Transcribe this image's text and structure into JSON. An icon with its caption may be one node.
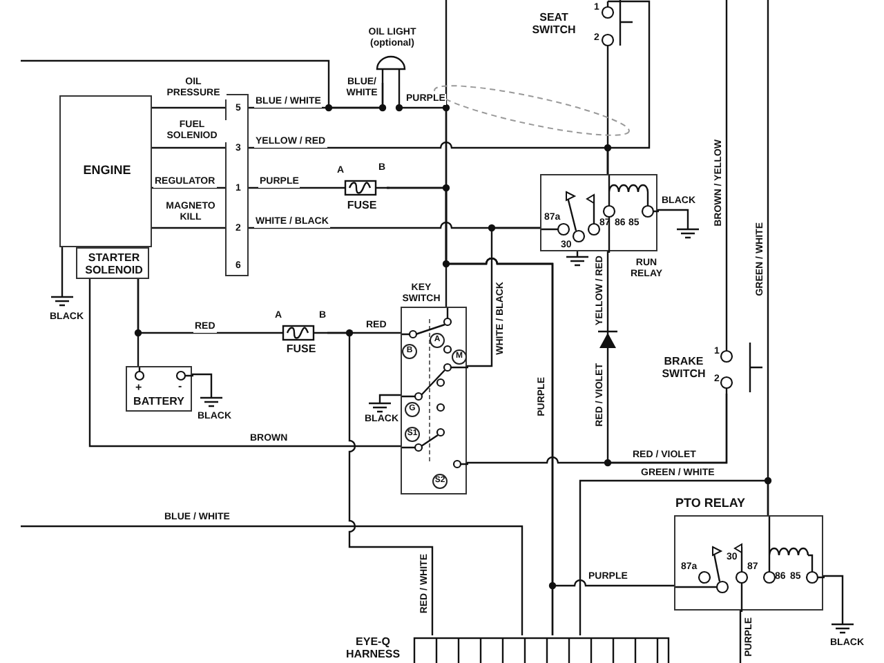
{
  "diagram": {
    "nodes": [
      {
        "text": [
          "ENGINE"
        ]
      },
      {
        "text": [
          "STARTER SOLENOID"
        ]
      },
      {
        "text": [
          "5",
          "3",
          "1",
          "2",
          "6"
        ]
      },
      {
        "text": [
          "OIL LIGHT (optional)"
        ]
      },
      {
        "text": [
          "A",
          "B",
          "FUSE"
        ]
      },
      {
        "text": [
          "1",
          "2",
          "SEAT SWITCH"
        ]
      },
      {
        "text": [
          "87a",
          "30",
          "87",
          "86",
          "85",
          "RUN RELAY"
        ]
      },
      {
        "text": [
          "KEY SWITCH",
          "B",
          "A",
          "M",
          "G",
          "S1",
          "S2"
        ]
      },
      {
        "text": [
          "A",
          "B",
          "FUSE"
        ]
      },
      {
        "text": [
          "+",
          "-",
          "BATTERY"
        ]
      },
      {
        "text": [],
        "shape": "diode"
      },
      {
        "text": [
          "1",
          "2",
          "BRAKE SWITCH"
        ]
      },
      {
        "text": [
          "PTO RELAY",
          "87a",
          "30",
          "87",
          "86",
          "85"
        ]
      },
      {
        "text": [
          "EYE-Q HARNESS"
        ]
      },
      {
        "text": [],
        "shape": "ellipse"
      }
    ],
    "edges": [
      {
        "from": 0,
        "to": 2,
        "arrow": "none",
        "label": "OIL PRESSURE"
      },
      {
        "from": 0,
        "to": 2,
        "arrow": "none",
        "label": "FUEL SOLENIOD"
      },
      {
        "from": 0,
        "to": 2,
        "arrow": "none",
        "label": "REGULATOR"
      },
      {
        "from": 0,
        "to": 2,
        "arrow": "none",
        "label": "MAGNETO KILL"
      },
      {
        "from": 2,
        "to": 3,
        "arrow": "none",
        "label": "BLUE / WHITE"
      },
      {
        "from": 2,
        "to": 4,
        "arrow": "none",
        "label": "PURPLE"
      },
      {
        "from": 2,
        "to": 6,
        "arrow": "none",
        "label": "WHITE / BLACK"
      },
      {
        "from": 5,
        "to": 6,
        "arrow": "none"
      },
      {
        "from": 2,
        "to": 6,
        "arrow": "none",
        "label": "YELLOW / RED"
      },
      {
        "from": 6,
        "to": 10,
        "arrow": "none",
        "label": "YELLOW / RED"
      },
      {
        "from": 10,
        "to": 11,
        "arrow": "none",
        "label": "RED / VIOLET"
      },
      {
        "from": 7,
        "to": 11,
        "arrow": "none",
        "label": "RED / VIOLET"
      },
      {
        "from": 1,
        "to": 8,
        "arrow": "none",
        "label": "RED"
      },
      {
        "from": 1,
        "to": 9,
        "arrow": "none"
      },
      {
        "from": 8,
        "to": 7,
        "arrow": "none",
        "label": "RED"
      },
      {
        "from": 8,
        "to": 13,
        "arrow": "none",
        "label": "RED / WHITE"
      },
      {
        "from": 7,
        "to": 1,
        "arrow": "none",
        "label": "BROWN"
      },
      {
        "from": 7,
        "to": 6,
        "arrow": "none",
        "label": "WHITE / BLACK"
      },
      {
        "from": null,
        "to": 11,
        "arrow": "none",
        "label": "BROWN / YELLOW"
      },
      {
        "from": null,
        "to": 12,
        "arrow": "none",
        "label": "GREEN / WHITE"
      },
      {
        "from": 12,
        "to": null,
        "arrow": "none",
        "label": "PURPLE"
      },
      {
        "from": 3,
        "to": 13,
        "arrow": "none",
        "label": "PURPLE"
      },
      {
        "from": 4,
        "to": 7,
        "arrow": "none"
      },
      {
        "from": 12,
        "to": 13,
        "arrow": "none",
        "label": "GREEN / WHITE"
      },
      {
        "from": 4,
        "to": 12,
        "arrow": "none",
        "label": "PURPLE"
      },
      {
        "from": null,
        "to": 13,
        "arrow": "none",
        "label": "BLUE / WHITE"
      },
      {
        "from": null,
        "to": 3,
        "arrow": "none"
      },
      {
        "from": 5,
        "to": 6,
        "arrow": "none"
      },
      {
        "from": null,
        "to": 13,
        "arrow": "none"
      }
    ],
    "labels": [
      "BLUE/ WHITE",
      "BLACK",
      "BLACK",
      "BLACK",
      "BLACK",
      "PURPLE",
      "BLACK"
    ]
  }
}
